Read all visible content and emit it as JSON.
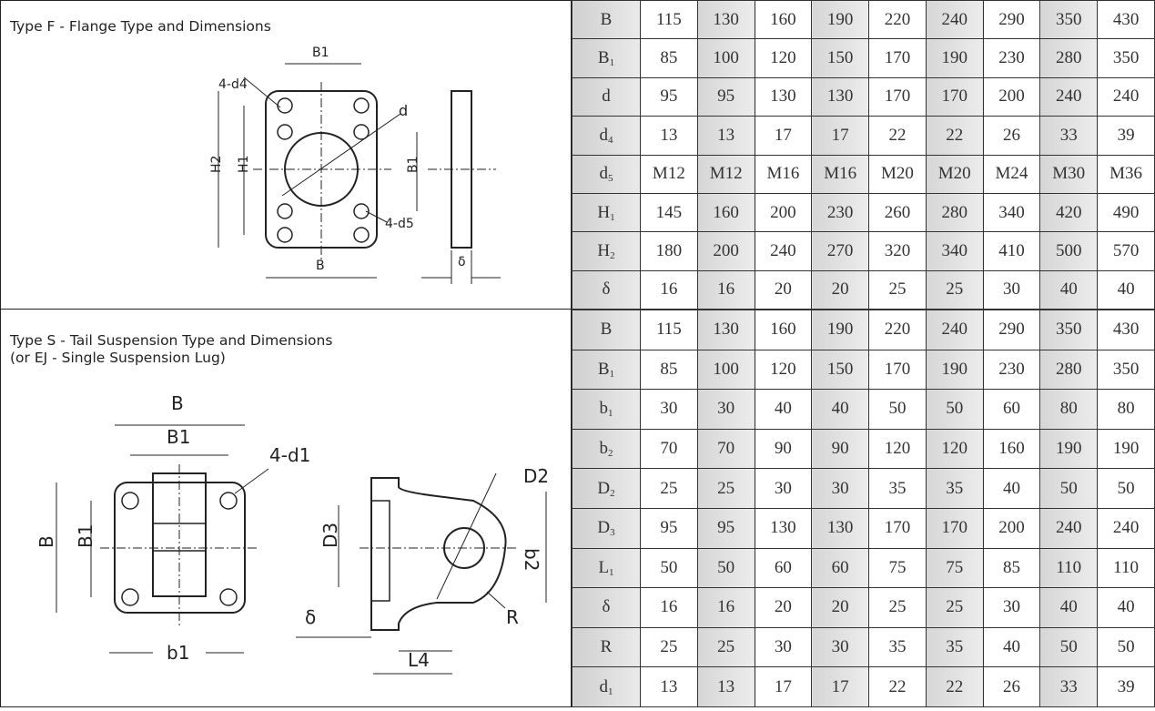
{
  "flange": {
    "title": "Type F - Flange Type and Dimensions",
    "labels": {
      "b1": "B1",
      "d4": "4-d4",
      "d": "d",
      "h2": "H2",
      "h1": "H1",
      "b1v": "B1",
      "d5": "4-d5",
      "b": "B",
      "delta": "δ"
    },
    "columns_shaded": [
      2,
      4,
      6,
      8
    ],
    "rows": [
      {
        "label": "B",
        "sub": "",
        "values": [
          "115",
          "130",
          "160",
          "190",
          "220",
          "240",
          "290",
          "350",
          "430"
        ]
      },
      {
        "label": "B",
        "sub": "1",
        "values": [
          "85",
          "100",
          "120",
          "150",
          "170",
          "190",
          "230",
          "280",
          "350"
        ]
      },
      {
        "label": "d",
        "sub": "",
        "values": [
          "95",
          "95",
          "130",
          "130",
          "170",
          "170",
          "200",
          "240",
          "240"
        ]
      },
      {
        "label": "d",
        "sub": "4",
        "values": [
          "13",
          "13",
          "17",
          "17",
          "22",
          "22",
          "26",
          "33",
          "39"
        ]
      },
      {
        "label": "d",
        "sub": "5",
        "values": [
          "M12",
          "M12",
          "M16",
          "M16",
          "M20",
          "M20",
          "M24",
          "M30",
          "M36"
        ]
      },
      {
        "label": "H",
        "sub": "1",
        "values": [
          "145",
          "160",
          "200",
          "230",
          "260",
          "280",
          "340",
          "420",
          "490"
        ]
      },
      {
        "label": "H",
        "sub": "2",
        "values": [
          "180",
          "200",
          "240",
          "270",
          "320",
          "340",
          "410",
          "500",
          "570"
        ]
      },
      {
        "label": "δ",
        "sub": "",
        "values": [
          "16",
          "16",
          "20",
          "20",
          "25",
          "25",
          "30",
          "40",
          "40"
        ]
      }
    ]
  },
  "suspension": {
    "title": "Type S - Tail Suspension Type and Dimensions",
    "subtitle": "(or EJ - Single Suspension Lug)",
    "labels": {
      "b": "B",
      "b1": "B1",
      "d1": "4-d1",
      "bv": "B",
      "b1v": "B1",
      "sb1": "b1",
      "d2": "D2",
      "d3": "D3",
      "b2": "b2",
      "r": "R",
      "delta": "δ",
      "l4": "L4"
    },
    "rows": [
      {
        "label": "B",
        "sub": "",
        "values": [
          "115",
          "130",
          "160",
          "190",
          "220",
          "240",
          "290",
          "350",
          "430"
        ]
      },
      {
        "label": "B",
        "sub": "1",
        "values": [
          "85",
          "100",
          "120",
          "150",
          "170",
          "190",
          "230",
          "280",
          "350"
        ]
      },
      {
        "label": "b",
        "sub": "1",
        "values": [
          "30",
          "30",
          "40",
          "40",
          "50",
          "50",
          "60",
          "80",
          "80"
        ]
      },
      {
        "label": "b",
        "sub": "2",
        "values": [
          "70",
          "70",
          "90",
          "90",
          "120",
          "120",
          "160",
          "190",
          "190"
        ]
      },
      {
        "label": "D",
        "sub": "2",
        "values": [
          "25",
          "25",
          "30",
          "30",
          "35",
          "35",
          "40",
          "50",
          "50"
        ]
      },
      {
        "label": "D",
        "sub": "3",
        "values": [
          "95",
          "95",
          "130",
          "130",
          "170",
          "170",
          "200",
          "240",
          "240"
        ]
      },
      {
        "label": "L",
        "sub": "1",
        "values": [
          "50",
          "50",
          "60",
          "60",
          "75",
          "75",
          "85",
          "110",
          "110"
        ]
      },
      {
        "label": "δ",
        "sub": "",
        "values": [
          "16",
          "16",
          "20",
          "20",
          "25",
          "25",
          "30",
          "40",
          "40"
        ]
      },
      {
        "label": "R",
        "sub": "",
        "values": [
          "25",
          "25",
          "30",
          "30",
          "35",
          "35",
          "40",
          "50",
          "50"
        ]
      },
      {
        "label": "d",
        "sub": "1",
        "values": [
          "13",
          "13",
          "17",
          "17",
          "22",
          "22",
          "26",
          "33",
          "39"
        ]
      }
    ]
  }
}
